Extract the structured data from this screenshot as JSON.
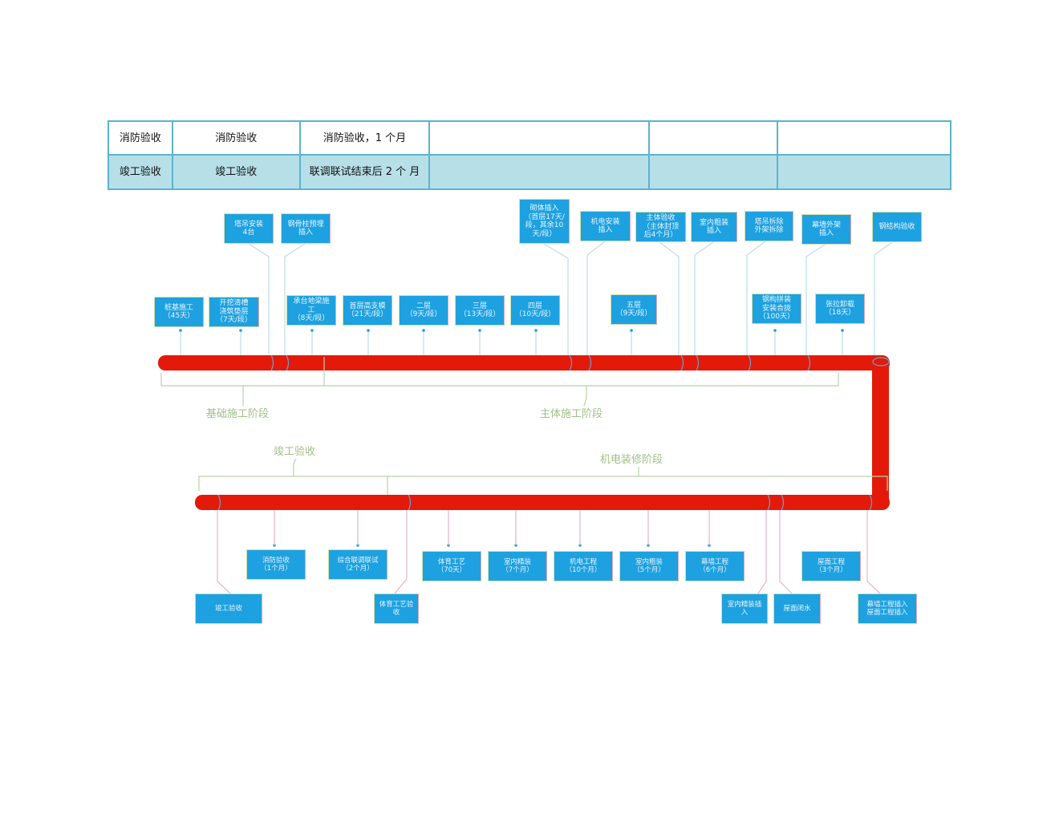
{
  "table": {
    "rows": [
      {
        "c1": "消防验收",
        "c2": "消防验收",
        "c3": "消防验收，1 个月",
        "c4": "",
        "c5": "",
        "c6": ""
      },
      {
        "c1": "竣工验收",
        "c2": "竣工验收",
        "c3": "联调联试结束后 2 个 月",
        "c4": "",
        "c5": "",
        "c6": ""
      }
    ]
  },
  "phases": {
    "foundation": "基础施工阶段",
    "main": "主体施工阶段",
    "completion": "竣工验收",
    "mep": "机电装修阶段"
  },
  "top_upper": [
    "塔吊安装\n4台",
    "钢骨柱预埋\n插入",
    "砌体插入\n（首层17天/\n段，其余10\n天/段）",
    "机电安装\n插入",
    "主体验收\n（主体封顶\n后4个月）",
    "室内粗装\n插入",
    "塔吊拆除\n外架拆除",
    "幕墙外架\n插入",
    "钢结构验收"
  ],
  "top_lower": [
    "桩基施工\n（45天）",
    "开挖清槽\n浇筑垫层\n（7天/段）",
    "承台地梁施\n工\n（8天/段）",
    "首层高支模\n（21天/段）",
    "二层\n（9天/段）",
    "三层\n（13天/段）",
    "四层\n（10天/段）",
    "五层\n（9天/段）",
    "钢构拼装\n安装合拢\n（100天）",
    "张拉卸载\n（18天）"
  ],
  "bottom_upper": [
    "消防验收\n（1个月）",
    "综合联调联试\n（2个月）",
    "体育工艺\n（70天）",
    "室内精装\n（7个月）",
    "机电工程\n（10个月）",
    "室内粗装\n（5个月）",
    "幕墙工程\n（6个月）",
    "屋面工程\n（3个月）"
  ],
  "bottom_lower": [
    "竣工验收",
    "体育工艺验\n收",
    "室内精装插\n入",
    "屋面闭水",
    "幕墙工程插入\n屋面工程插入"
  ],
  "colors": {
    "pipe": "#e31a0a",
    "box": "#1ea1e0",
    "table_border": "#5ab4cf",
    "row_alt": "#b7dfe8",
    "phase_text": "#9fbf86"
  }
}
